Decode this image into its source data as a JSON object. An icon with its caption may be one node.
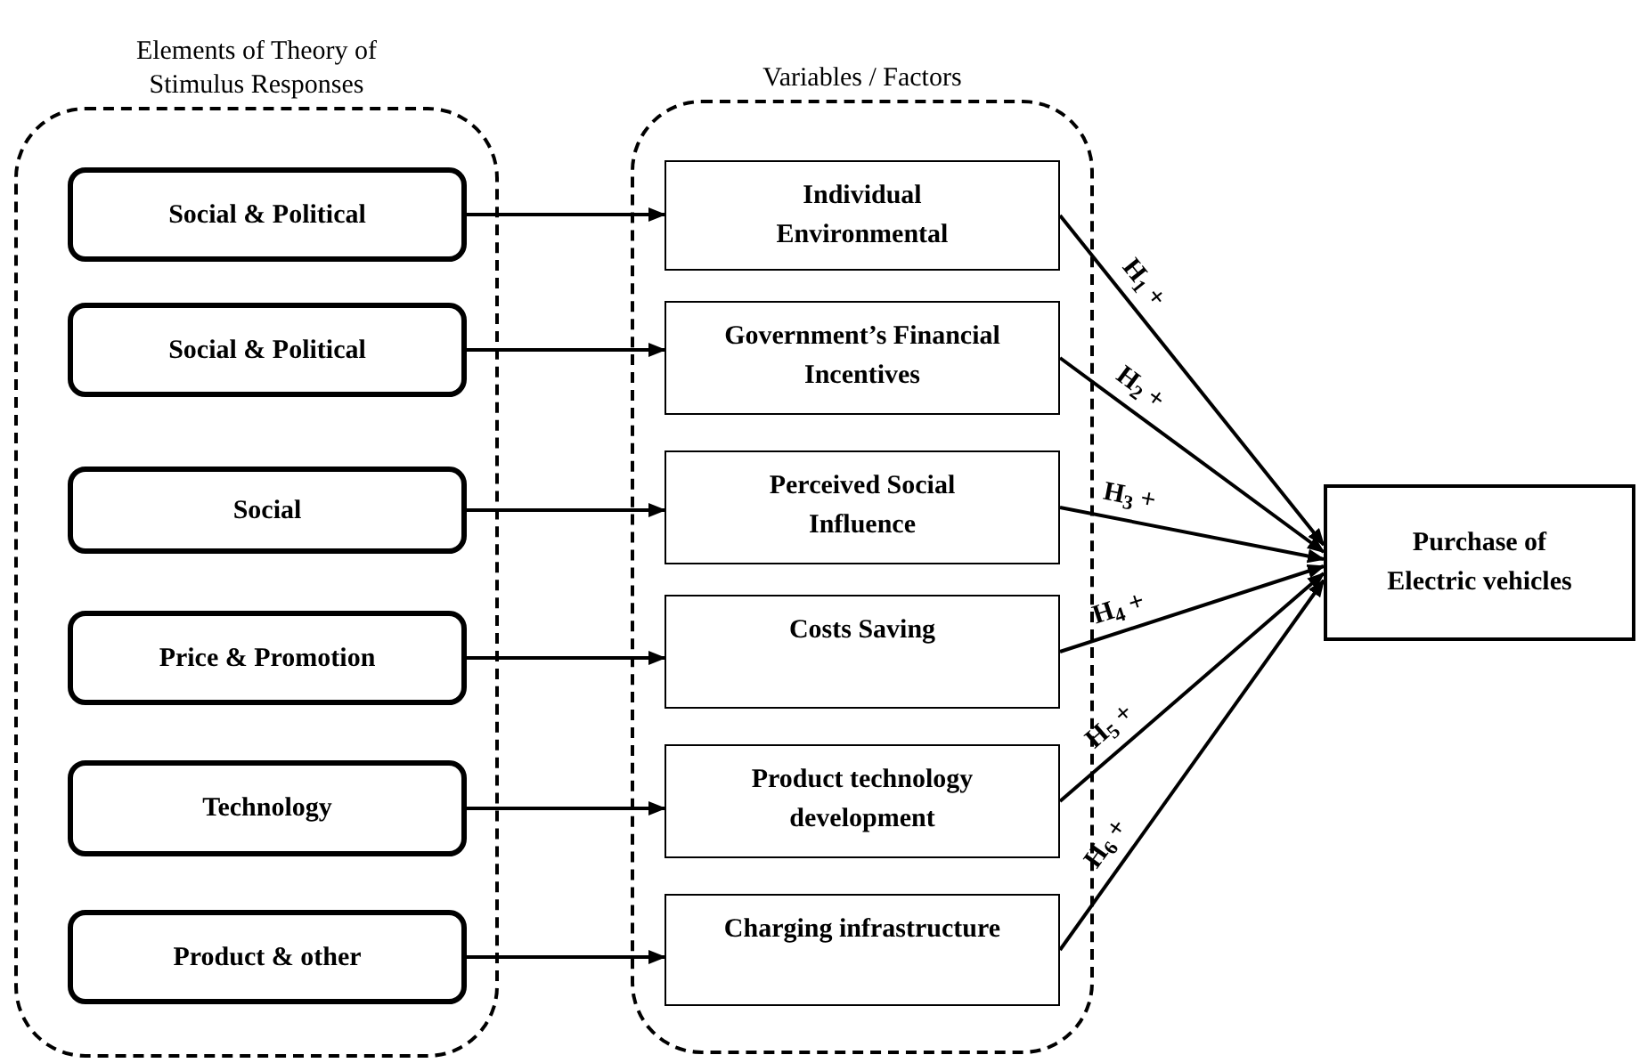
{
  "diagram": {
    "nodes": [
      {
        "text": [
          "Elements of Theory of Stimulus Responses"
        ]
      },
      {
        "text": [
          "Social & Political"
        ],
        "in": 0
      },
      {
        "text": [
          "Social & Political"
        ],
        "in": 0
      },
      {
        "text": [
          "Social"
        ],
        "in": 0
      },
      {
        "text": [
          "Price & Promotion"
        ],
        "in": 0
      },
      {
        "text": [
          "Technology"
        ],
        "in": 0
      },
      {
        "text": [
          "Product & other"
        ],
        "in": 0
      },
      {
        "text": [
          "Variables / Factors"
        ]
      },
      {
        "text": [
          "Individual Environmental"
        ],
        "in": 7
      },
      {
        "text": [
          "Government’s Financial Incentives"
        ],
        "in": 7
      },
      {
        "text": [
          "Perceived Social Influence"
        ],
        "in": 7
      },
      {
        "text": [
          "Costs Saving"
        ],
        "in": 7
      },
      {
        "text": [
          "Product technology development"
        ],
        "in": 7
      },
      {
        "text": [
          "Charging infrastructure"
        ],
        "in": 7
      },
      {
        "text": [
          "Purchase of Electric vehicles"
        ]
      }
    ],
    "edges": [
      {
        "from": 1,
        "to": 8,
        "arrow": "to"
      },
      {
        "from": 2,
        "to": 9,
        "arrow": "to"
      },
      {
        "from": 3,
        "to": 10,
        "arrow": "to"
      },
      {
        "from": 4,
        "to": 11,
        "arrow": "to"
      },
      {
        "from": 5,
        "to": 12,
        "arrow": "to"
      },
      {
        "from": 6,
        "to": 13,
        "arrow": "to"
      },
      {
        "from": 8,
        "to": 14,
        "arrow": "to",
        "label": "H$_{1}$ +"
      },
      {
        "from": 9,
        "to": 14,
        "arrow": "to",
        "label": "H$_{2}$ +"
      },
      {
        "from": 10,
        "to": 14,
        "arrow": "to",
        "label": "H$_{3}$ +"
      },
      {
        "from": 11,
        "to": 14,
        "arrow": "to",
        "label": "H$_{4}$ +"
      },
      {
        "from": 12,
        "to": 14,
        "arrow": "to",
        "label": "H$_{5}$ +"
      },
      {
        "from": 13,
        "to": 14,
        "arrow": "to",
        "label": "H$_{6}$ +"
      }
    ]
  }
}
